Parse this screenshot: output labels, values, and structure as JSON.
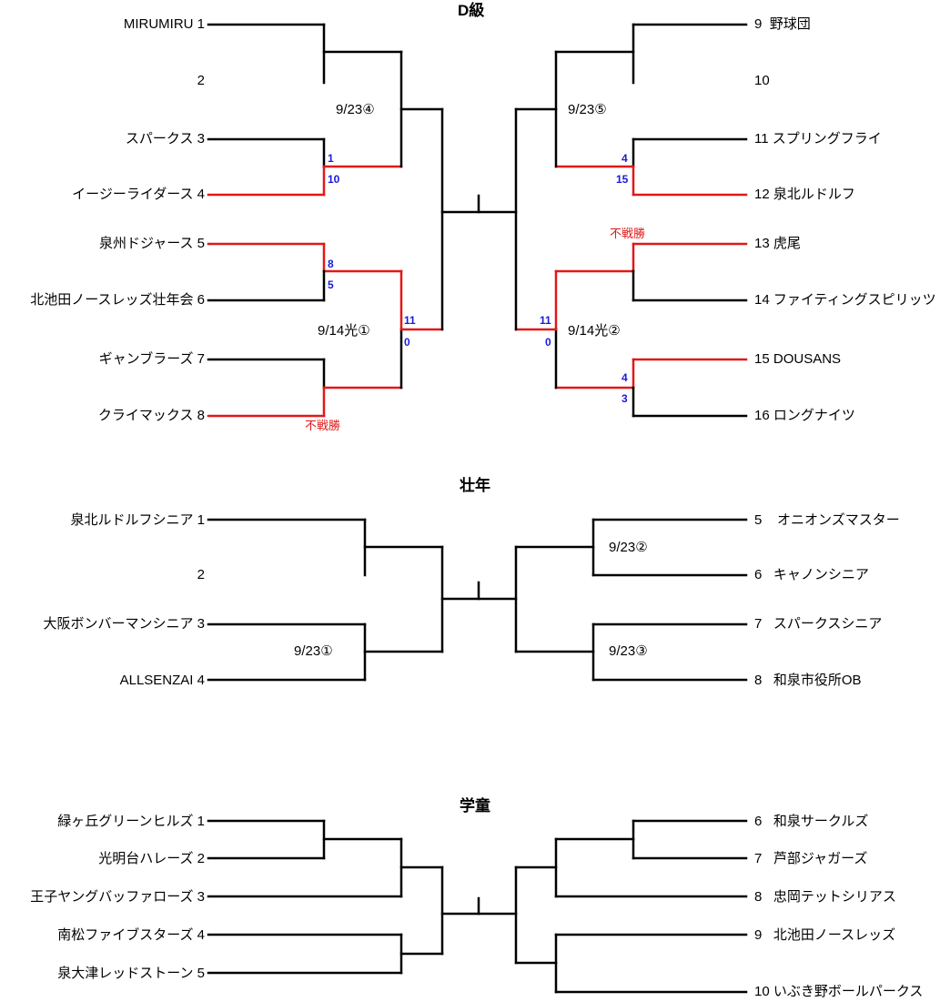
{
  "sections": [
    {
      "title": "D級",
      "left": [
        {
          "name": "MIRUMIRU",
          "num": "1"
        },
        {
          "name": "",
          "num": "2"
        },
        {
          "name": "スパークス",
          "num": "3"
        },
        {
          "name": "イージーライダース",
          "num": "4"
        },
        {
          "name": "泉州ドジャース",
          "num": "5"
        },
        {
          "name": "北池田ノースレッズ壮年会",
          "num": "6"
        },
        {
          "name": "ギャンブラーズ",
          "num": "7"
        },
        {
          "name": "クライマックス",
          "num": "8"
        }
      ],
      "right": [
        {
          "num": "9",
          "name": "野球団"
        },
        {
          "num": "10",
          "name": ""
        },
        {
          "num": "11",
          "name": "スプリングフライ"
        },
        {
          "num": "12",
          "name": "泉北ルドルフ"
        },
        {
          "num": "13",
          "name": "虎尾"
        },
        {
          "num": "14",
          "name": "ファイティングスピリッツ"
        },
        {
          "num": "15",
          "name": "DOUSANS"
        },
        {
          "num": "16",
          "name": "ロングナイツ"
        }
      ],
      "dates": [
        "9/23④",
        "9/14光①",
        "9/23⑤",
        "9/14光②"
      ],
      "scores": [
        "1",
        "10",
        "8",
        "5",
        "11",
        "0",
        "4",
        "15",
        "11",
        "0",
        "4",
        "3"
      ],
      "walkovers": [
        "不戦勝",
        "不戦勝"
      ]
    },
    {
      "title": "壮年",
      "left": [
        {
          "name": "泉北ルドルフシニア",
          "num": "1"
        },
        {
          "name": "",
          "num": "2"
        },
        {
          "name": "大阪ボンバーマンシニア",
          "num": "3"
        },
        {
          "name": "ALLSENZAI",
          "num": "4"
        }
      ],
      "right": [
        {
          "num": "5",
          "name": "オニオンズマスター"
        },
        {
          "num": "6",
          "name": "キャノンシニア"
        },
        {
          "num": "7",
          "name": "スパークスシニア"
        },
        {
          "num": "8",
          "name": "和泉市役所OB"
        }
      ],
      "dates": [
        "9/23①",
        "9/23②",
        "9/23③"
      ]
    },
    {
      "title": "学童",
      "left": [
        {
          "name": "緑ヶ丘グリーンヒルズ",
          "num": "1"
        },
        {
          "name": "光明台ハレーズ",
          "num": "2"
        },
        {
          "name": "王子ヤングバッファローズ",
          "num": "3"
        },
        {
          "name": "南松ファイブスターズ",
          "num": "4"
        },
        {
          "name": "泉大津レッドストーン",
          "num": "5"
        }
      ],
      "right": [
        {
          "num": "6",
          "name": "和泉サークルズ"
        },
        {
          "num": "7",
          "name": "芦部ジャガーズ"
        },
        {
          "num": "8",
          "name": "忠岡テットシリアス"
        },
        {
          "num": "9",
          "name": "北池田ノースレッズ"
        },
        {
          "num": "10",
          "name": "いぶき野ボールパークス"
        }
      ]
    }
  ],
  "colors": {
    "line": "#000000",
    "winner_line": "#e01818",
    "score": "#1a1adc",
    "walkover": "#e01818"
  }
}
